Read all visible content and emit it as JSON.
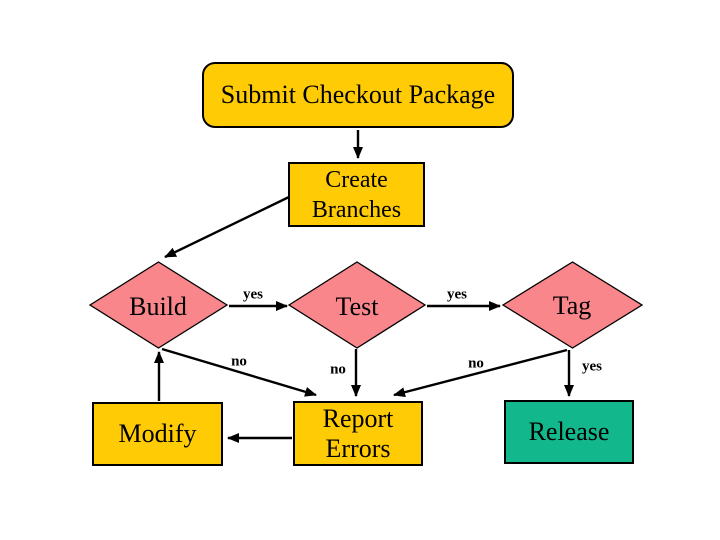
{
  "diagram": {
    "type": "flowchart",
    "background": "#FFFFFF",
    "colors": {
      "process_fill": "#FFCB05",
      "decision_fill": "#F9868B",
      "terminal_fill": "#12B78C",
      "stroke": "#000000",
      "text": "#000000"
    },
    "nodes": {
      "submit": {
        "label": "Submit Checkout Package",
        "shape": "rounded-rectangle"
      },
      "create": {
        "label": "Create Branches",
        "shape": "rectangle"
      },
      "build": {
        "label": "Build",
        "shape": "diamond"
      },
      "test": {
        "label": "Test",
        "shape": "diamond"
      },
      "tag": {
        "label": "Tag",
        "shape": "diamond"
      },
      "modify": {
        "label": "Modify",
        "shape": "rectangle"
      },
      "report": {
        "label": "Report Errors",
        "shape": "rectangle"
      },
      "release": {
        "label": "Release",
        "shape": "rectangle"
      }
    },
    "edge_labels": {
      "build_test": "yes",
      "test_tag": "yes",
      "tag_release": "yes",
      "build_report": "no",
      "test_report": "no",
      "tag_report": "no"
    },
    "edges": [
      {
        "from": "submit",
        "to": "create",
        "label": ""
      },
      {
        "from": "create",
        "to": "build",
        "label": ""
      },
      {
        "from": "build",
        "to": "test",
        "label": "yes"
      },
      {
        "from": "test",
        "to": "tag",
        "label": "yes"
      },
      {
        "from": "build",
        "to": "report",
        "label": "no"
      },
      {
        "from": "test",
        "to": "report",
        "label": "no"
      },
      {
        "from": "tag",
        "to": "report",
        "label": "no"
      },
      {
        "from": "tag",
        "to": "release",
        "label": "yes"
      },
      {
        "from": "report",
        "to": "modify",
        "label": ""
      },
      {
        "from": "modify",
        "to": "build",
        "label": ""
      }
    ]
  }
}
